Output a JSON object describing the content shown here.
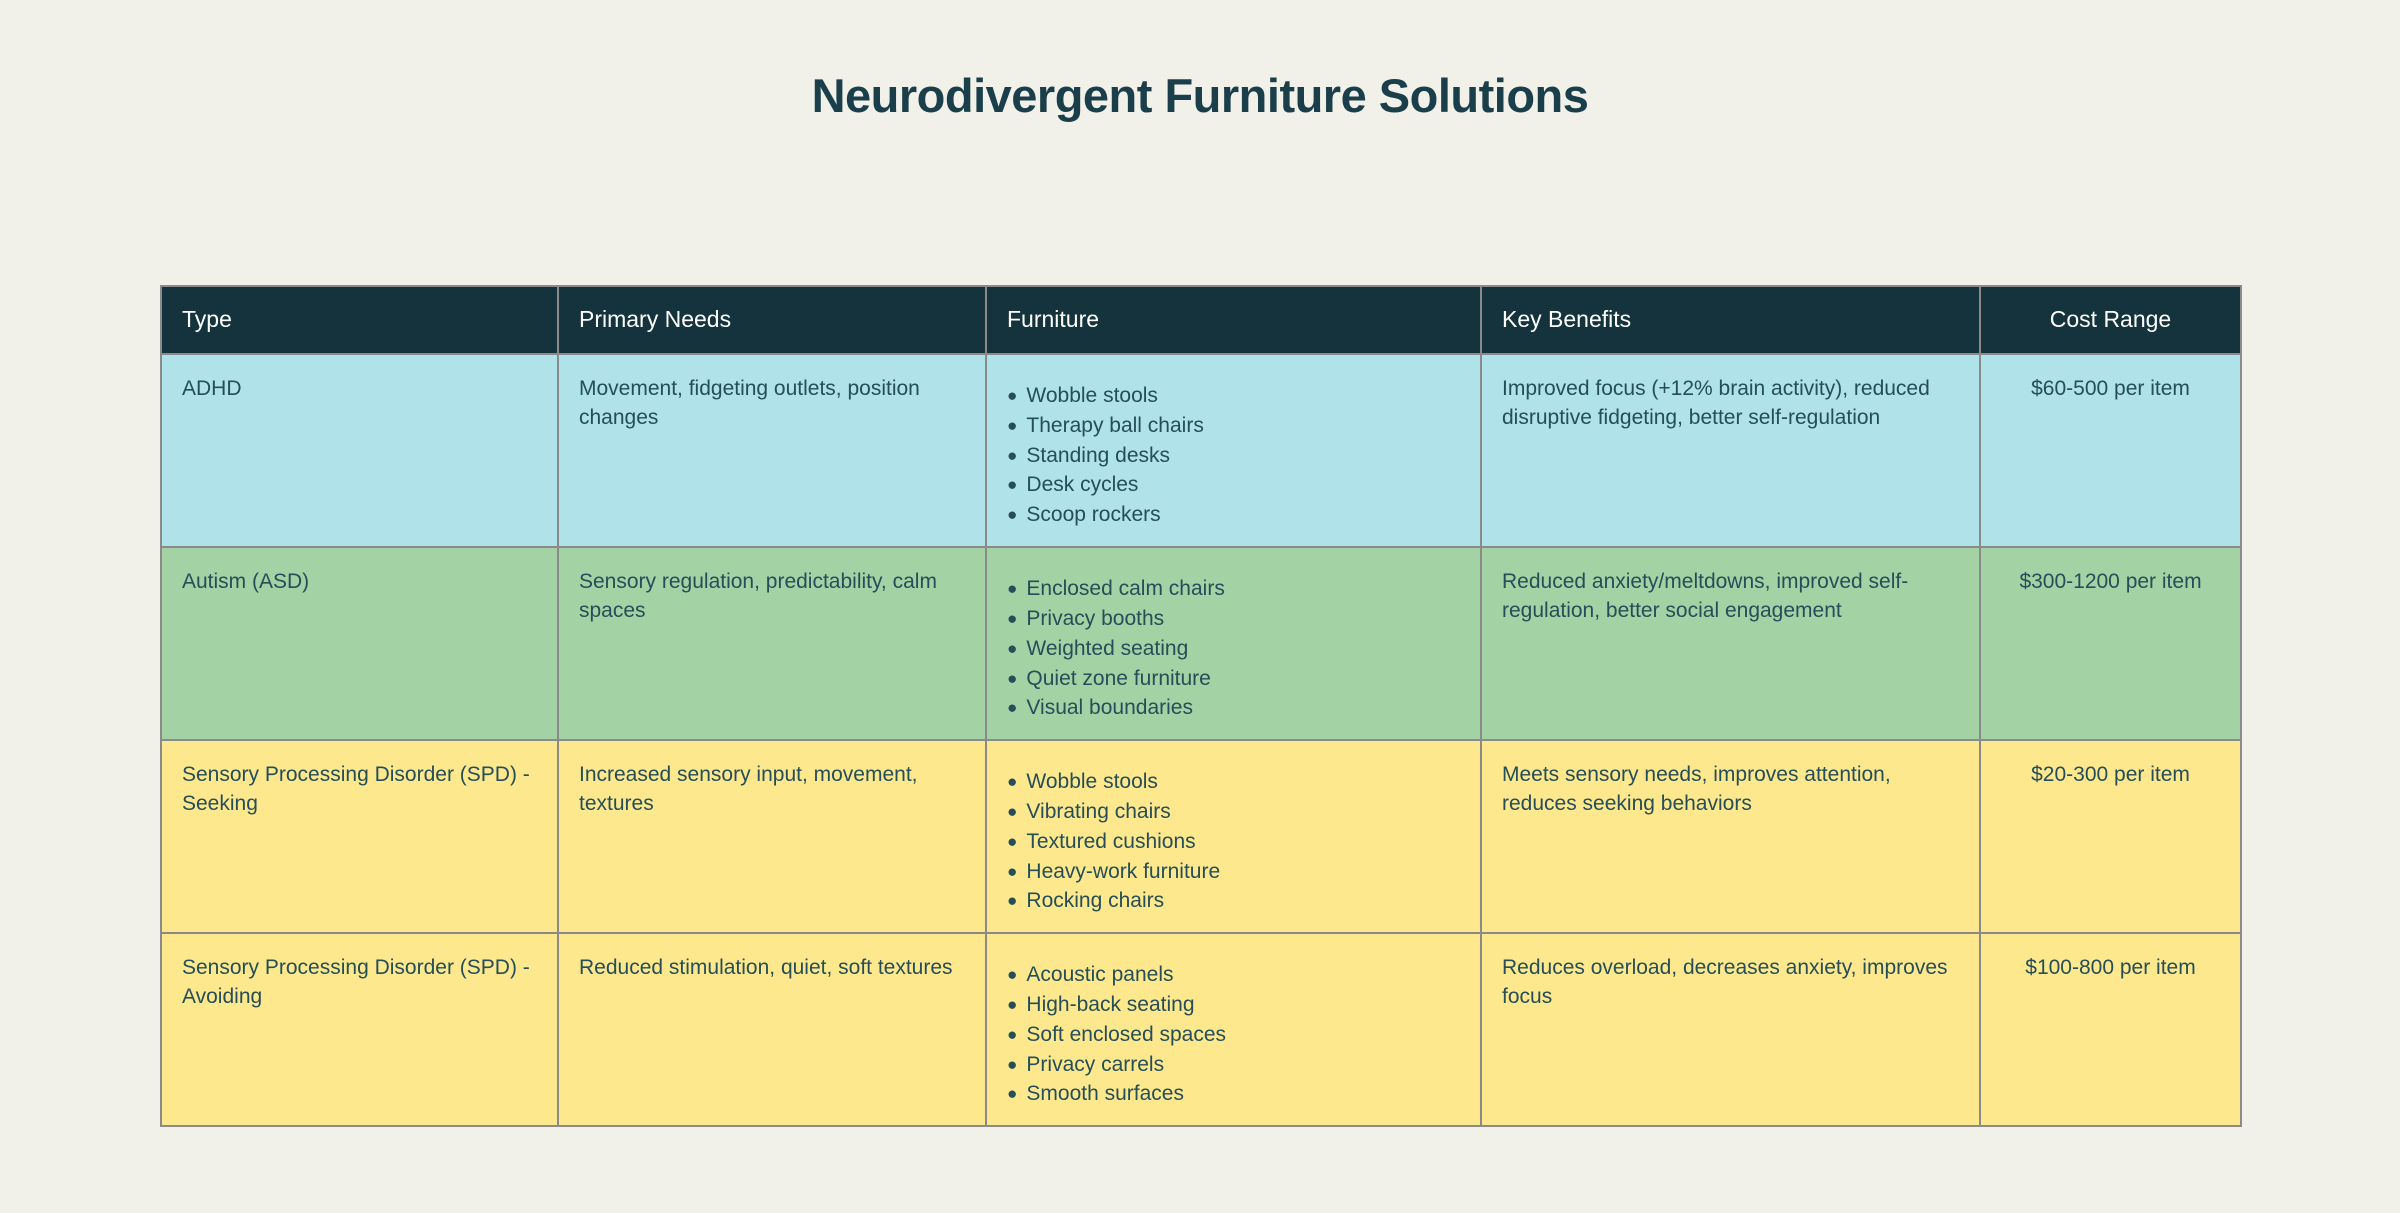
{
  "page": {
    "title": "Neurodivergent Furniture Solutions",
    "background_color": "#f1f1e9",
    "title_color": "#1b3f4a"
  },
  "palette": {
    "header_bg": "#14333c",
    "header_text": "#ffffff",
    "body_text": "#254e58",
    "grid_border": "#8a8a8a",
    "row_adhd_bg": "#afe2e9",
    "row_autism_bg": "#a3d3a4",
    "row_spd_bg": "#fde88e"
  },
  "table": {
    "columns": [
      "Type",
      "Primary Needs",
      "Furniture",
      "Key Benefits",
      "Cost Range"
    ],
    "rows": [
      {
        "type": "ADHD",
        "needs": "Movement, fidgeting outlets, position changes",
        "furniture": [
          "Wobble stools",
          "Therapy ball chairs",
          "Standing desks",
          "Desk cycles",
          "Scoop rockers"
        ],
        "benefits": "Improved focus (+12% brain activity), reduced disruptive fidgeting, better self-regulation",
        "cost": "$60-500 per item",
        "color": "#afe2e9"
      },
      {
        "type": "Autism (ASD)",
        "needs": "Sensory regulation, predictability, calm spaces",
        "furniture": [
          "Enclosed calm chairs",
          "Privacy booths",
          "Weighted seating",
          "Quiet zone furniture",
          "Visual boundaries"
        ],
        "benefits": "Reduced anxiety/meltdowns, improved self-regulation, better social engagement",
        "cost": "$300-1200 per item",
        "color": "#a3d3a4"
      },
      {
        "type": "Sensory Processing Disorder (SPD) - Seeking",
        "needs": "Increased sensory input, movement, textures",
        "furniture": [
          "Wobble stools",
          "Vibrating chairs",
          "Textured cushions",
          "Heavy-work furniture",
          "Rocking chairs"
        ],
        "benefits": "Meets sensory needs, improves attention, reduces seeking behaviors",
        "cost": "$20-300 per item",
        "color": "#fde88e"
      },
      {
        "type": "Sensory Processing Disorder (SPD) - Avoiding",
        "needs": "Reduced stimulation, quiet, soft textures",
        "furniture": [
          "Acoustic panels",
          "High-back seating",
          "Soft enclosed spaces",
          "Privacy carrels",
          "Smooth surfaces"
        ],
        "benefits": "Reduces overload, decreases anxiety, improves focus",
        "cost": "$100-800 per item",
        "color": "#fde88e"
      }
    ]
  }
}
